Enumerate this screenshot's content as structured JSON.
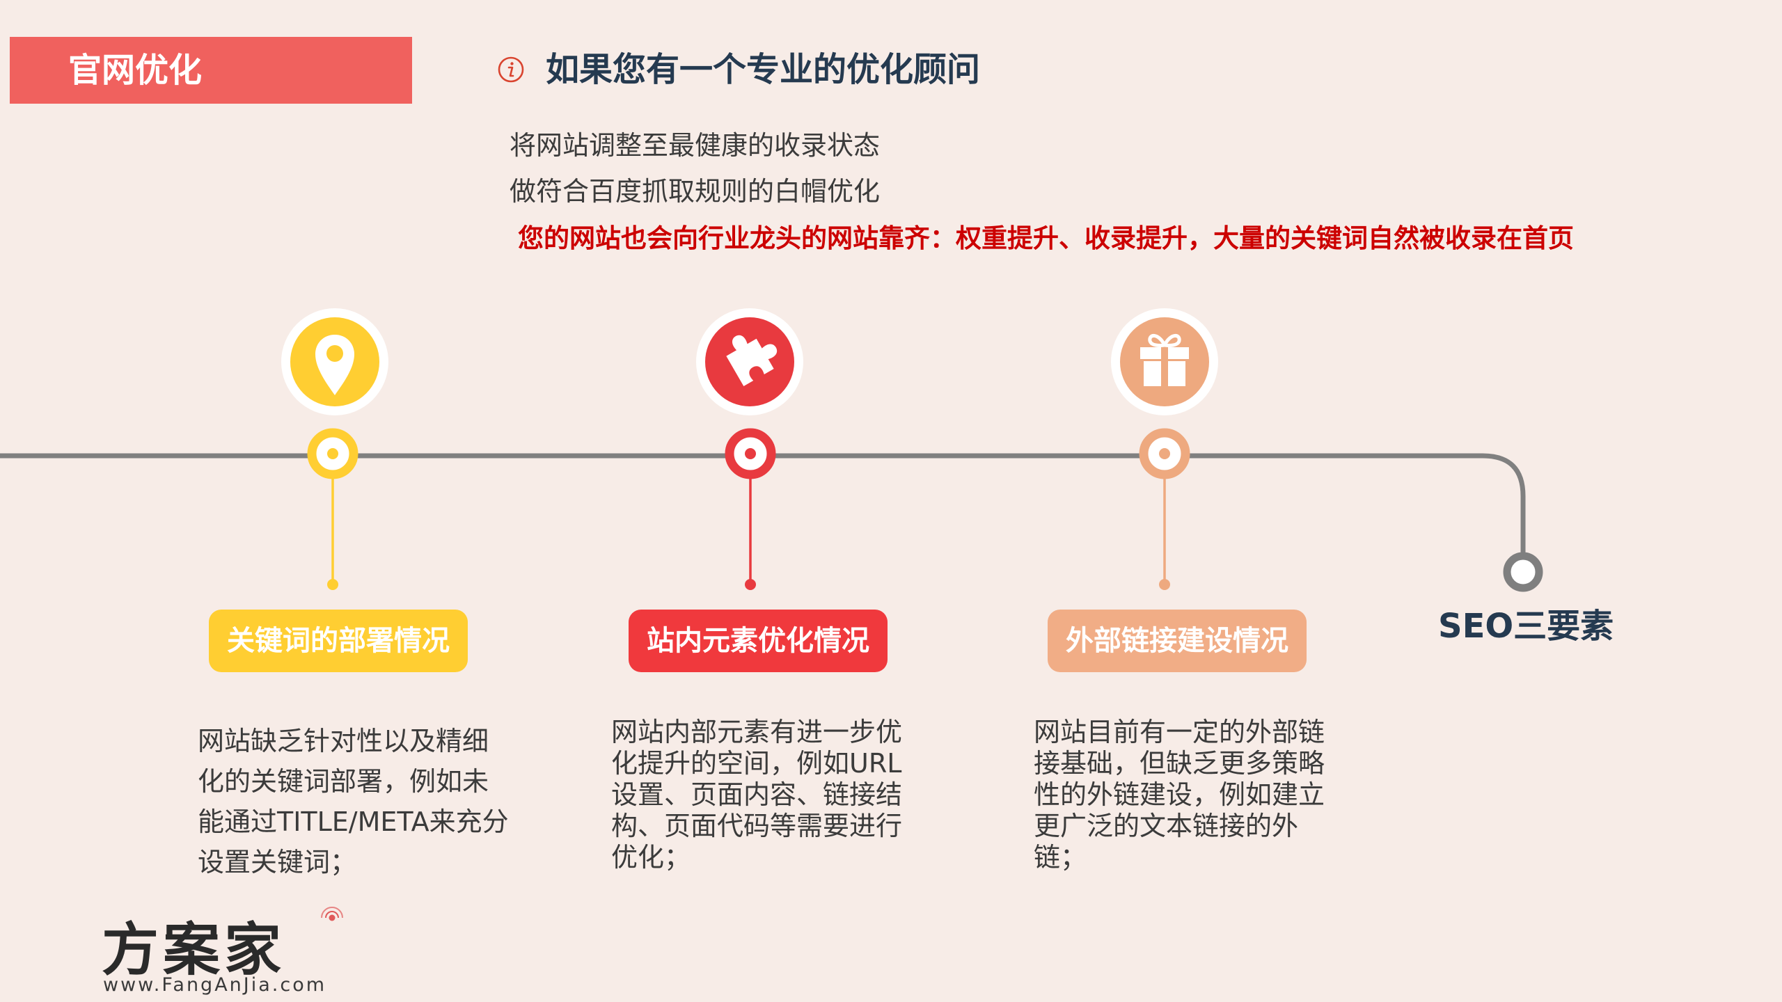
{
  "banner": {
    "title": "官网优化"
  },
  "headline": {
    "icon": "info-icon",
    "text": "如果您有一个专业的优化顾问"
  },
  "intro": {
    "line1": "将网站调整至最健康的收录状态",
    "line2": "做符合百度抓取规则的白帽优化",
    "highlight": "您的网站也会向行业龙头的网站靠齐：权重提升、收录提升，大量的关键词自然被收录在首页"
  },
  "steps": [
    {
      "icon": "location-pin-icon",
      "label": "关键词的部署情况",
      "description": "网站缺乏针对性以及精细化的关键词部署，例如未能通过TITLE/META来充分设置关键词；",
      "color": "#ffce32",
      "badge_color": "#ffce32"
    },
    {
      "icon": "puzzle-icon",
      "label": "站内元素优化情况",
      "description": "网站内部元素有进一步优化提升的空间，例如URL设置、页面内容、链接结构、页面代码等需要进行优化；",
      "color": "#f0393d",
      "badge_color": "#e83a3f"
    },
    {
      "icon": "gift-icon",
      "label": "外部链接建设情况",
      "description": "网站目前有一定的外部链接基础，但缺乏更多策略性的外链建设，例如建立更广泛的文本链接的外链；",
      "color": "#f1ad86",
      "badge_color": "#eea97f"
    }
  ],
  "seo_label": "SEO三要素",
  "logo": {
    "name": "方案家",
    "url": "www.FangAnJia.com"
  },
  "colors": {
    "background": "#f7ece7",
    "banner": "#f0615e",
    "headline": "#253a50",
    "highlight": "#cc0000",
    "timeline": "#808080"
  }
}
